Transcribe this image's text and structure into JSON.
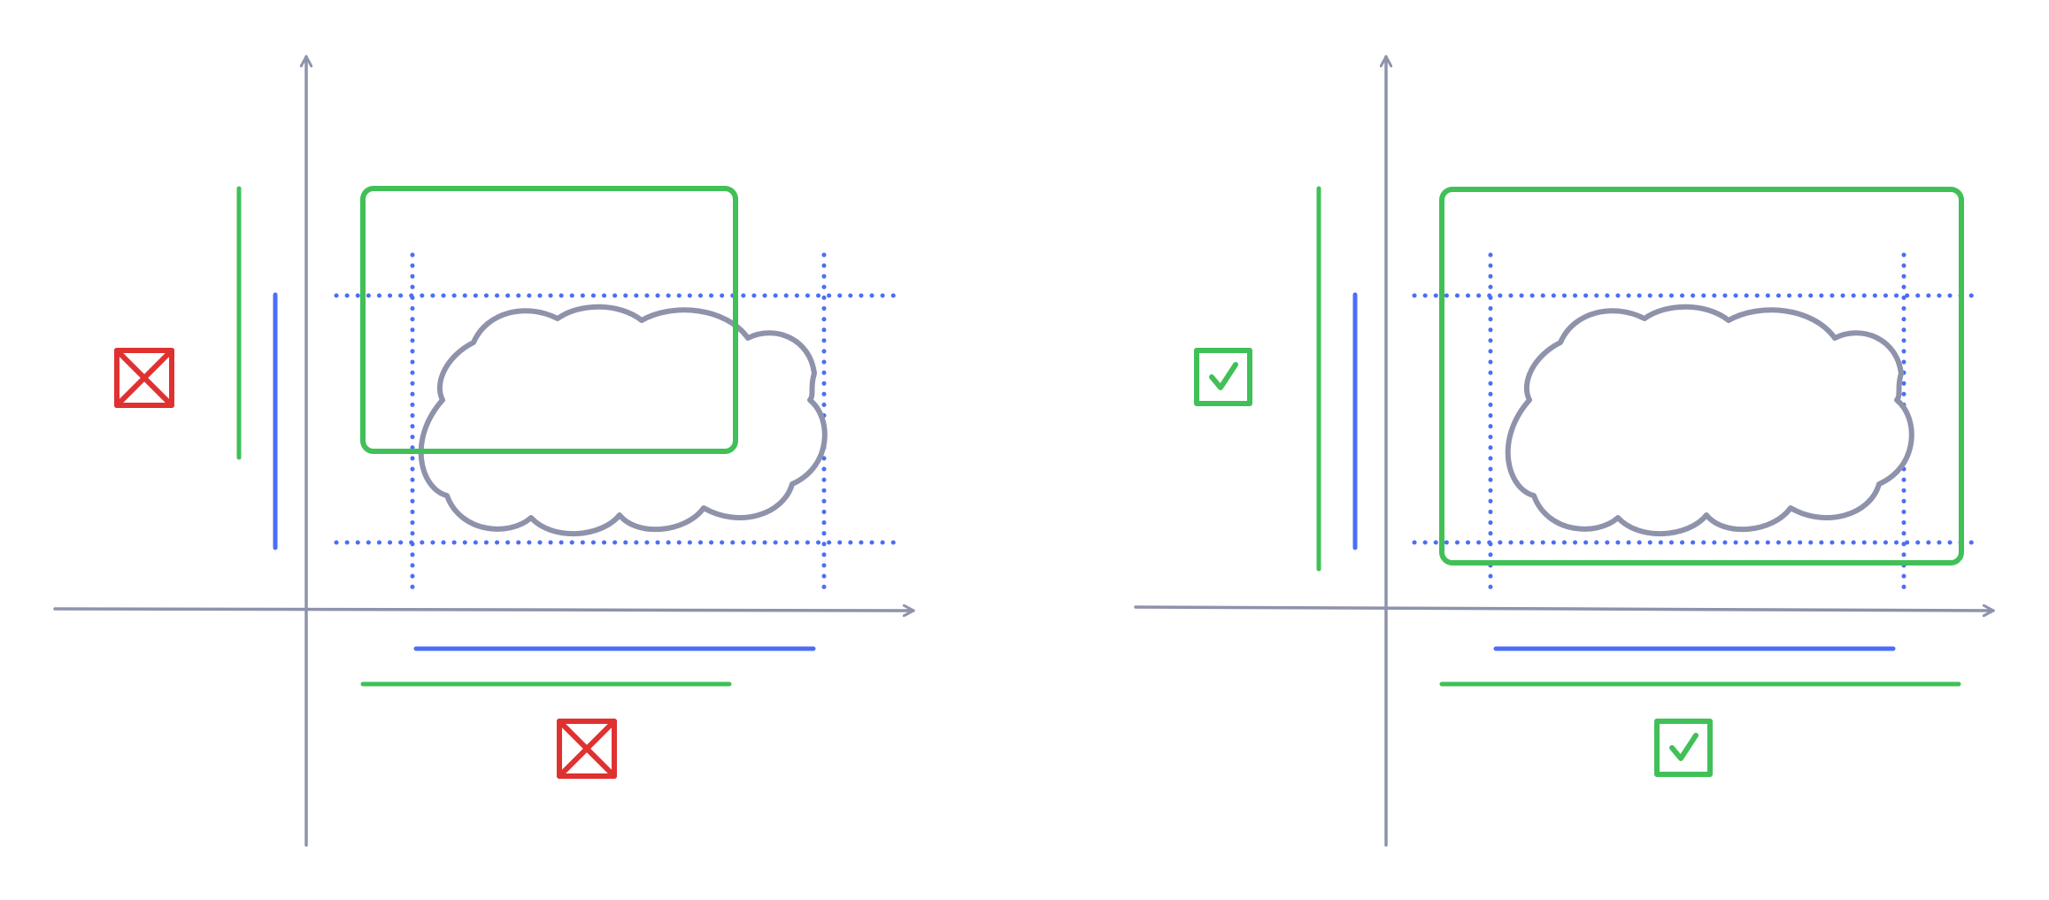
{
  "colors": {
    "axis": "#8e93ab",
    "object": "#8e93ab",
    "bound": "#4c6ef5",
    "box": "#40c057",
    "fail": "#e03131",
    "pass": "#40c057"
  },
  "icons": {
    "fail": "x-box-icon",
    "pass": "check-box-icon"
  },
  "panels": [
    {
      "id": "misfit",
      "verdict_x": "fail",
      "verdict_y": "fail"
    },
    {
      "id": "fit",
      "verdict_x": "pass",
      "verdict_y": "pass"
    }
  ]
}
